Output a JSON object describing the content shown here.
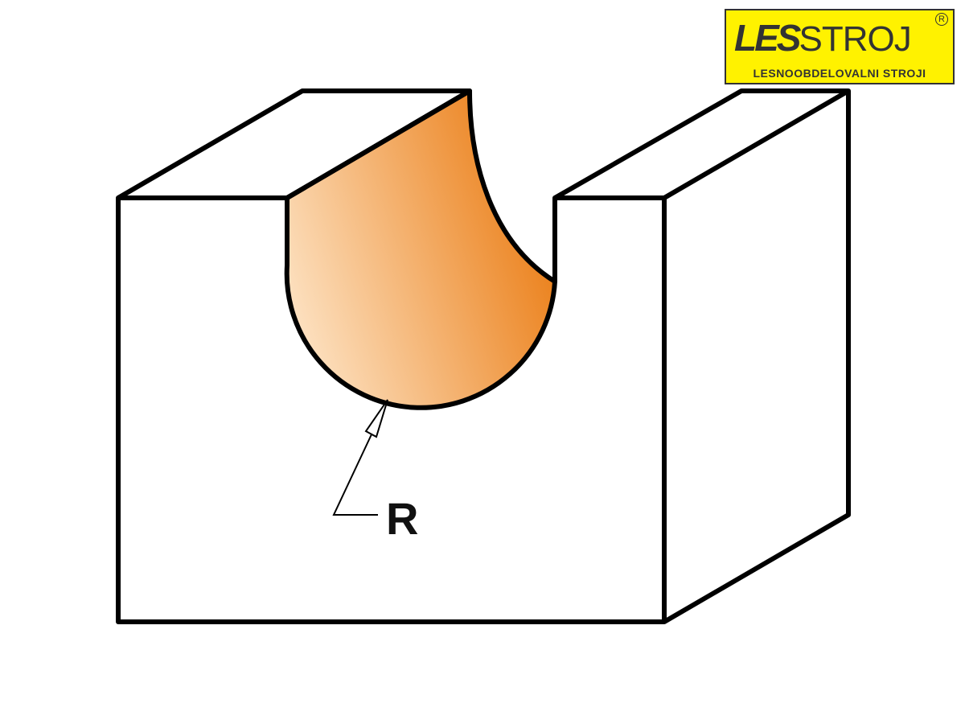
{
  "logo": {
    "brand_bold": "LES",
    "brand_thin": "STROJ",
    "registered": "R",
    "tagline": "LESNOOBDELOVALNI STROJI"
  },
  "diagram": {
    "dimension_label": "R"
  },
  "colors": {
    "fill_dark": "#ea7a10",
    "fill_light": "#fde4c6",
    "line": "#000000",
    "logo_bg": "#fff200"
  }
}
